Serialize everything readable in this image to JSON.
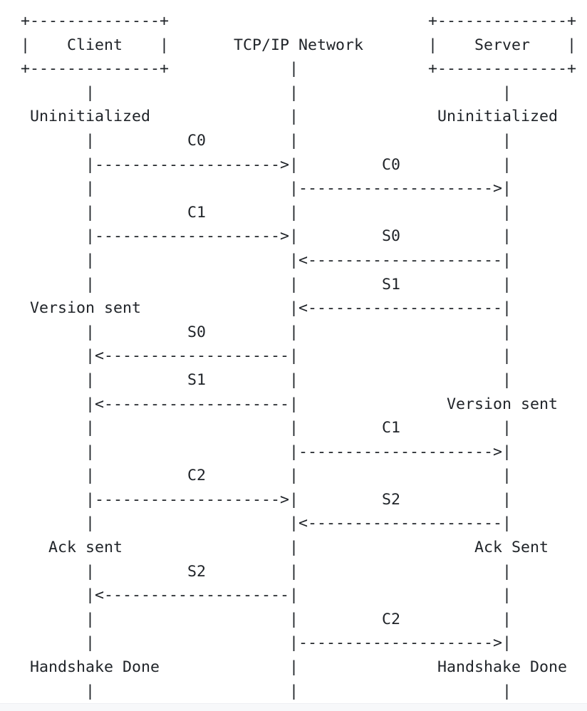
{
  "page": {
    "background": "#ffffff",
    "text_color": "#1f2328",
    "bottom_band_color": "#f7f8fa"
  },
  "diagram": {
    "type": "ascii-sequence-diagram",
    "participants": [
      "Client",
      "TCP/IP Network",
      "Server"
    ],
    "client_states": [
      "Uninitialized",
      "Version sent",
      "Ack sent",
      "Handshake Done"
    ],
    "server_states": [
      "Uninitialized",
      "Version sent",
      "Ack Sent",
      "Handshake Done"
    ],
    "messages": [
      {
        "label": "C0",
        "from": "Client",
        "to": "Network"
      },
      {
        "label": "C0",
        "from": "Network",
        "to": "Server"
      },
      {
        "label": "C1",
        "from": "Client",
        "to": "Network"
      },
      {
        "label": "S0",
        "from": "Server",
        "to": "Network"
      },
      {
        "label": "S1",
        "from": "Server",
        "to": "Network"
      },
      {
        "label": "S0",
        "from": "Network",
        "to": "Client"
      },
      {
        "label": "S1",
        "from": "Network",
        "to": "Client"
      },
      {
        "label": "C1",
        "from": "Network",
        "to": "Server"
      },
      {
        "label": "C2",
        "from": "Client",
        "to": "Network"
      },
      {
        "label": "S2",
        "from": "Server",
        "to": "Network"
      },
      {
        "label": "S2",
        "from": "Network",
        "to": "Client"
      },
      {
        "label": "C2",
        "from": "Network",
        "to": "Server"
      }
    ],
    "lines": [
      "+--------------+                            +--------------+",
      "|    Client    |       TCP/IP Network       |    Server    |",
      "+--------------+             |              +--------------+",
      "       |                     |                      |",
      " Uninitialized               |               Uninitialized",
      "       |          C0         |                      |",
      "       |-------------------->|         C0           |",
      "       |                     |--------------------->|",
      "       |          C1         |                      |",
      "       |-------------------->|         S0           |",
      "       |                     |<---------------------|",
      "       |                     |         S1           |",
      " Version sent                |<---------------------|",
      "       |          S0         |                      |",
      "       |<--------------------|                      |",
      "       |          S1         |                      |",
      "       |<--------------------|                Version sent",
      "       |                     |         C1           |",
      "       |                     |--------------------->|",
      "       |          C2         |                      |",
      "       |-------------------->|         S2           |",
      "       |                     |<---------------------|",
      "   Ack sent                  |                   Ack Sent",
      "       |          S2         |                      |",
      "       |<--------------------|                      |",
      "       |                     |         C2           |",
      "       |                     |--------------------->|",
      " Handshake Done              |               Handshake Done",
      "       |                     |                      |"
    ]
  }
}
